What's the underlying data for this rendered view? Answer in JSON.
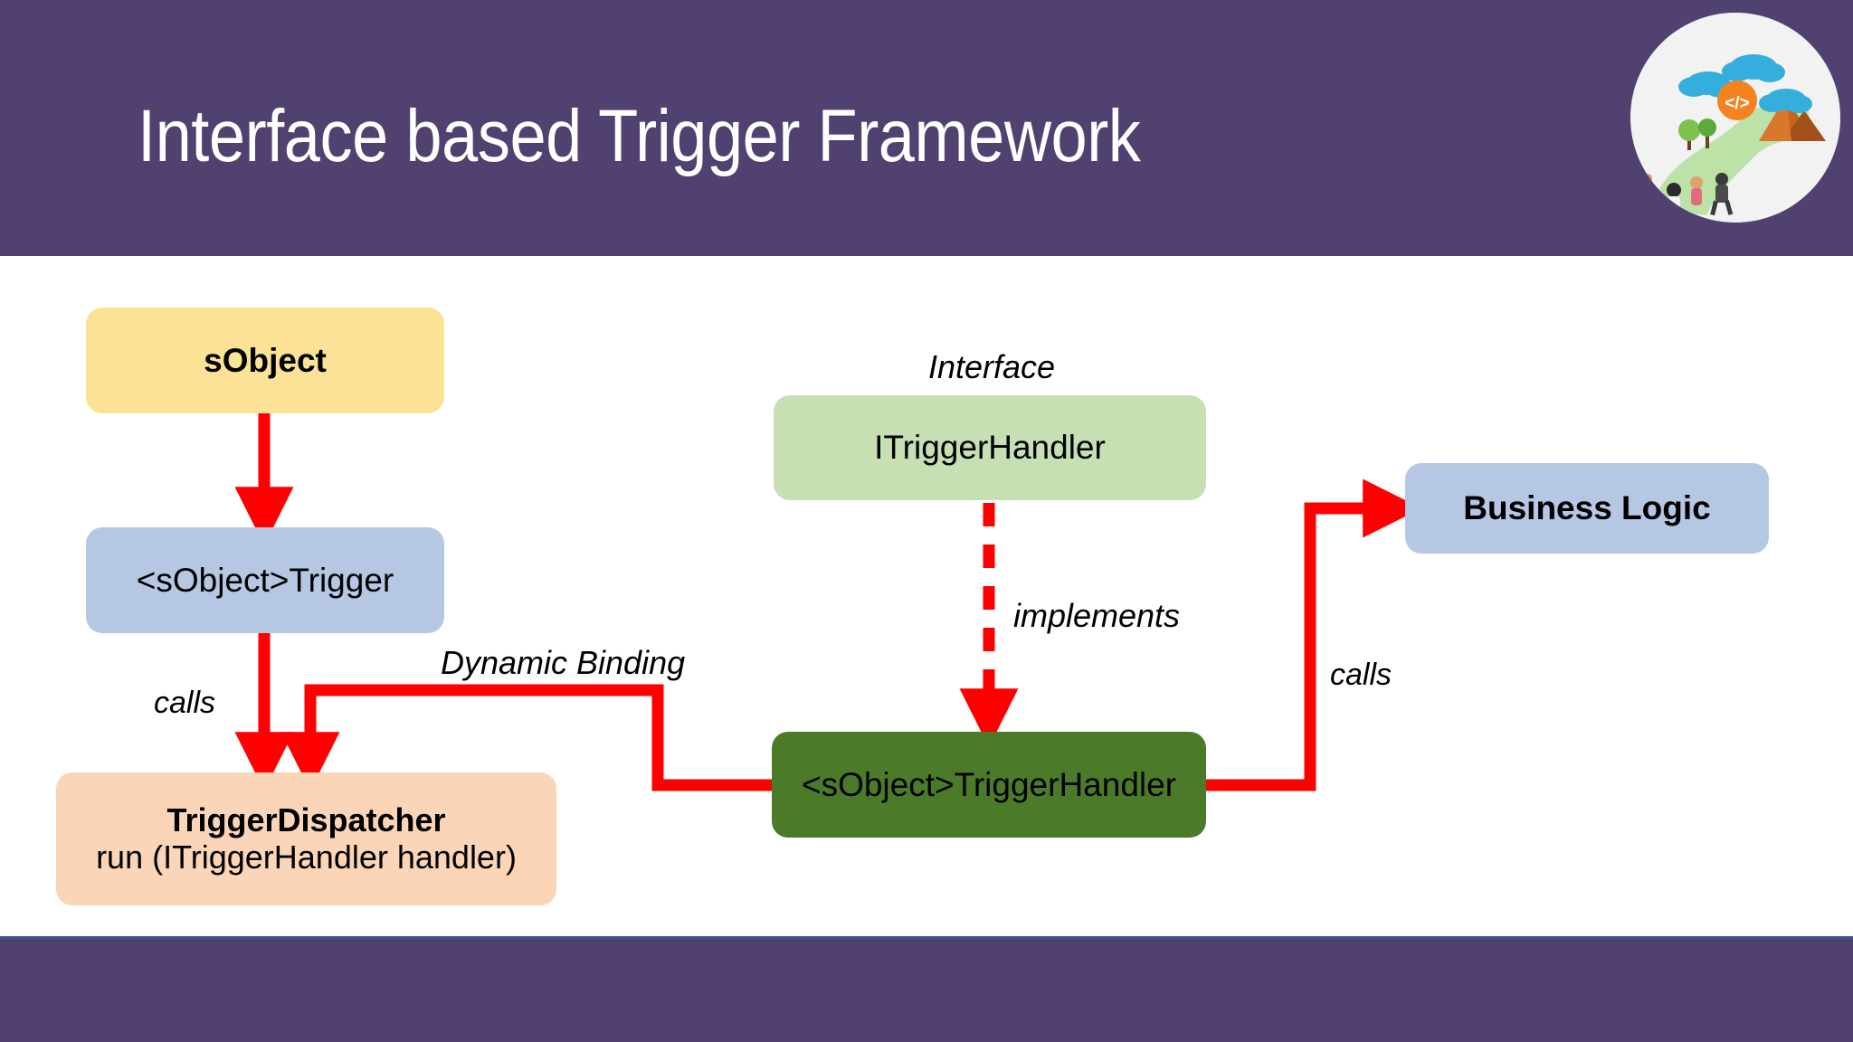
{
  "slide": {
    "title": "Interface based Trigger Framework",
    "header_color": "#504170",
    "footer_color": "#504170",
    "background_color": "#ffffff",
    "arrow_color": "#FF0000"
  },
  "logo": {
    "name": "trailhead-style-circular-logo",
    "code_badge": "</>",
    "badge_color": "#F58220",
    "cloud_color": "#34AFDD",
    "mountain_color": "#C1661F",
    "path_color": "#B7E1A1",
    "circle_background": "#F2F2F2"
  },
  "diagram": {
    "type": "flowchart",
    "nodes": [
      {
        "id": "sobject",
        "label": "sObject",
        "color": "#FCE296",
        "text_color": "#000000",
        "bold": true
      },
      {
        "id": "sobject-trigger",
        "label": "<sObject>Trigger",
        "color": "#B6C7E4",
        "text_color": "#000000",
        "bold": false
      },
      {
        "id": "trigger-dispatcher",
        "label": "TriggerDispatcher",
        "sublabel": "run (ITriggerHandler handler)",
        "color": "#FAD5B8",
        "text_color": "#000000",
        "bold": true
      },
      {
        "id": "itriggerhandler",
        "label": "ITriggerHandler",
        "caption": "Interface",
        "color": "#C6E0B4",
        "text_color": "#000000",
        "bold": false
      },
      {
        "id": "sobject-triggerhandler",
        "label": "<sObject>TriggerHandler",
        "color": "#4B7B29",
        "text_color": "#000000",
        "bold": false
      },
      {
        "id": "business-logic",
        "label": "Business Logic",
        "color": "#B6C7E4",
        "text_color": "#000000",
        "bold": true
      }
    ],
    "edges": [
      {
        "id": "sobject-to-trigger",
        "from": "sobject",
        "to": "sobject-trigger",
        "label": "",
        "style": "solid"
      },
      {
        "id": "trigger-to-dispatcher",
        "from": "sobject-trigger",
        "to": "trigger-dispatcher",
        "label": "calls",
        "style": "solid"
      },
      {
        "id": "handler-to-dispatcher",
        "from": "sobject-triggerhandler",
        "to": "trigger-dispatcher",
        "label": "Dynamic Binding",
        "style": "solid"
      },
      {
        "id": "interface-to-handler",
        "from": "itriggerhandler",
        "to": "sobject-triggerhandler",
        "label": "implements",
        "style": "dashed"
      },
      {
        "id": "handler-to-business-logic",
        "from": "sobject-triggerhandler",
        "to": "business-logic",
        "label": "calls",
        "style": "solid"
      }
    ]
  }
}
